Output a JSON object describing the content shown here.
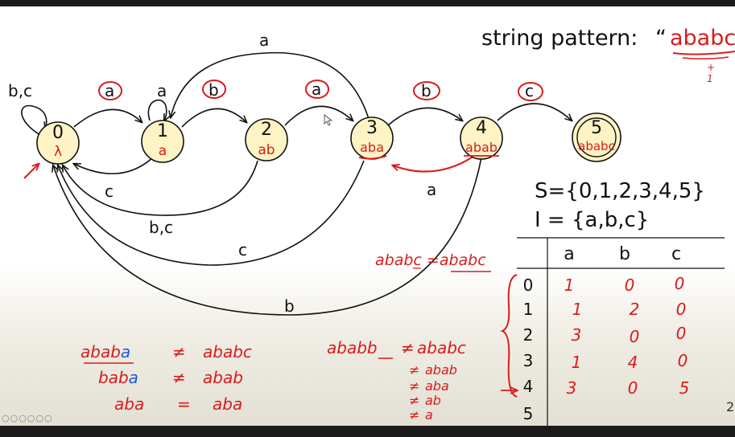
{
  "pattern": {
    "label": "string pattern:",
    "open_quote": "“",
    "value": "ababc"
  },
  "pattern_note": {
    "plus": "+",
    "one": "1"
  },
  "states": [
    {
      "id": "0",
      "sub": "λ"
    },
    {
      "id": "1",
      "sub": "a"
    },
    {
      "id": "2",
      "sub": "ab"
    },
    {
      "id": "3",
      "sub": "aba"
    },
    {
      "id": "4",
      "sub": "abab"
    },
    {
      "id": "5",
      "sub": "ababc"
    }
  ],
  "edge_labels": {
    "self_0": "b,c",
    "e01": "a",
    "self_1": "a",
    "e12": "b",
    "e23": "a",
    "e34": "b",
    "e45": "c",
    "e31": "a",
    "e43": "a",
    "e10": "c",
    "e20": "b,c",
    "e30": "c",
    "e40": "b"
  },
  "sets": {
    "S": "S={0,1,2,3,4,5}",
    "I": "I = {a,b,c}"
  },
  "table": {
    "headers": [
      "a",
      "b",
      "c"
    ],
    "rows": [
      {
        "state": "0",
        "a": "1",
        "b": "0",
        "c": "0"
      },
      {
        "state": "1",
        "a": "1",
        "b": "2",
        "c": "0"
      },
      {
        "state": "2",
        "a": "3",
        "b": "0",
        "c": "0"
      },
      {
        "state": "3",
        "a": "1",
        "b": "4",
        "c": "0"
      },
      {
        "state": "4",
        "a": "3",
        "b": "0",
        "c": "5"
      },
      {
        "state": "5",
        "a": "",
        "b": "",
        "c": ""
      }
    ]
  },
  "notes": {
    "mid": "ababc̲ =ababc",
    "left": [
      {
        "lhs_black": "abab",
        "lhs_blue": "a",
        "op": "≠",
        "rhs": "ababc"
      },
      {
        "lhs_black": "bab",
        "lhs_blue": "a",
        "op": "≠",
        "rhs": "abab"
      },
      {
        "lhs_black": "aba",
        "lhs_blue": "",
        "op": "=",
        "rhs": "aba"
      }
    ],
    "right_first": {
      "lhs": "ababb",
      "op": "≠",
      "rhs": "ababc"
    },
    "right_more": [
      {
        "op": "≠",
        "rhs": "abab"
      },
      {
        "op": "≠",
        "rhs": "aba"
      },
      {
        "op": "≠",
        "rhs": "ab"
      },
      {
        "op": "≠",
        "rhs": "a"
      }
    ]
  },
  "page_number": "2",
  "controls": "○○○○○○"
}
